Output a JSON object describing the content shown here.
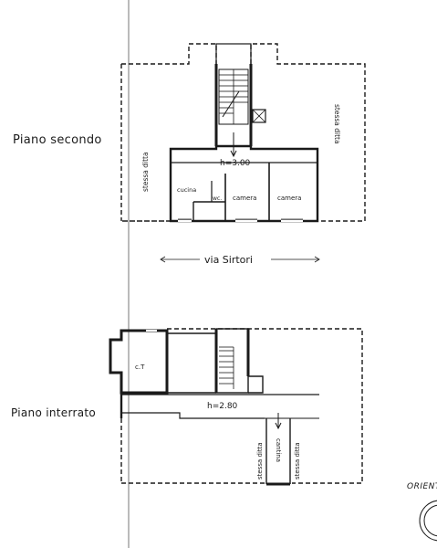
{
  "floors": {
    "second": {
      "label": "Piano secondo",
      "height_label": "h=3.00",
      "rooms": [
        "cucina",
        "wc.",
        "camera",
        "camera"
      ],
      "neighbors": [
        "stessa ditta",
        "stessa ditta"
      ]
    },
    "basement": {
      "label": "Piano interrato",
      "height_label": "h=2.80",
      "rooms": [
        "c.T",
        "cantina"
      ],
      "neighbors": [
        "stessa ditta",
        "stessa ditta"
      ]
    }
  },
  "street": {
    "label": "via Sirtori"
  },
  "orientation": {
    "label": "ORIENT"
  },
  "colors": {
    "ink": "#1a1a1a",
    "paper": "#ffffff",
    "wall": "#2a2a2a"
  }
}
